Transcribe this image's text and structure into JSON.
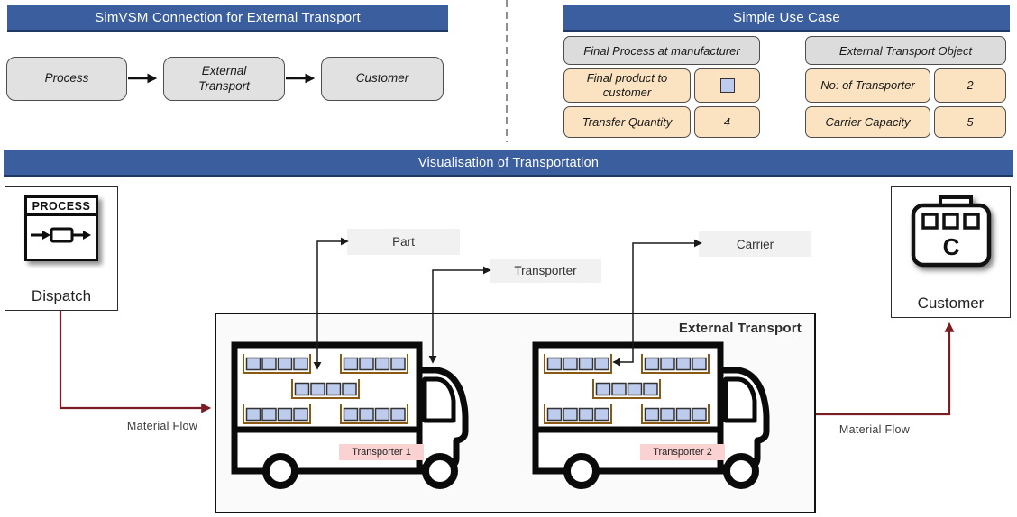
{
  "left_panel": {
    "title": "SimVSM  Connection for External Transport",
    "flow": [
      {
        "label": "Process"
      },
      {
        "label": "External Transport"
      },
      {
        "label": "Customer"
      }
    ]
  },
  "right_panel": {
    "title": "Simple Use Case",
    "groups": [
      {
        "header": "Final Process at manufacturer",
        "rows": [
          {
            "label": "Final product to customer",
            "value": "",
            "value_icon": "part-swatch"
          },
          {
            "label": "Transfer Quantity",
            "value": "4"
          }
        ]
      },
      {
        "header": "External Transport Object",
        "rows": [
          {
            "label": "No: of Transporter",
            "value": "2"
          },
          {
            "label": "Carrier Capacity",
            "value": "5"
          }
        ]
      }
    ]
  },
  "viz": {
    "title": "Visualisation of Transportation",
    "dispatch": {
      "icon_text": "PROCESS",
      "label": "Dispatch"
    },
    "customer": {
      "icon_letter": "C",
      "label": "Customer"
    },
    "external_transport_label": "External Transport",
    "annotations": {
      "part": "Part",
      "transporter": "Transporter",
      "carrier": "Carrier"
    },
    "material_flow_left": "Material Flow",
    "material_flow_right": "Material Flow",
    "transporters": [
      {
        "label": "Transporter 1",
        "carriers": 5,
        "parts_per_carrier": 4
      },
      {
        "label": "Transporter 2",
        "carriers": 5,
        "parts_per_carrier": 4
      }
    ]
  },
  "colors": {
    "banner_blue": "#3b5f9e",
    "banner_edge": "#1f3864",
    "cell_orange": "#fbe3c1",
    "cell_gray": "#dcdcdc",
    "part_blue": "#bdcbec",
    "tray_brown": "#8a5a14",
    "badge_pink": "#fad2d2",
    "material_flow_red": "#7a1c24"
  }
}
